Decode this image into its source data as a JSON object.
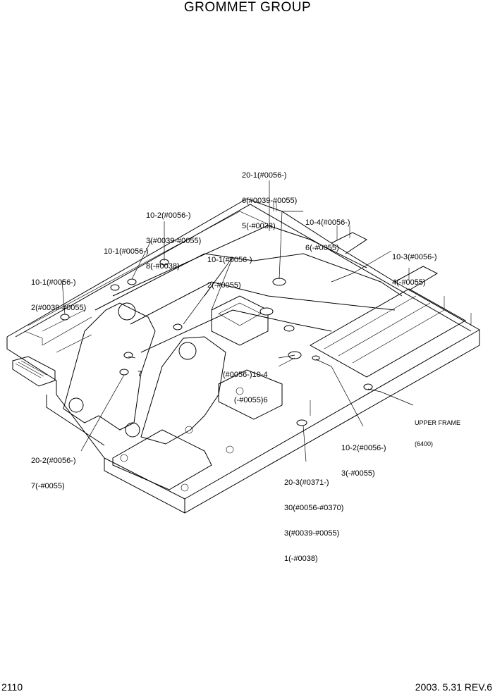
{
  "title": "GROMMET GROUP",
  "footer": {
    "page_number": "2110",
    "date_rev": "2003. 5.31  REV.6"
  },
  "callouts": [
    {
      "id": "c1",
      "lines": [
        "20-1(#0056-)",
        "6(#0039-#0055)",
        "5(-#0038)"
      ]
    },
    {
      "id": "c2",
      "lines": [
        "10-2(#0056-)",
        "3(#0039-#0055)",
        "8(-#0038)"
      ]
    },
    {
      "id": "c3",
      "lines": [
        "10-4(#0056-)",
        "6(-#0055)"
      ]
    },
    {
      "id": "c4",
      "lines": [
        "10-1(#0056-)"
      ]
    },
    {
      "id": "c5",
      "lines": [
        "10-1(#0056-)",
        "2(-#0055)"
      ]
    },
    {
      "id": "c6",
      "lines": [
        "10-3(#0056-)",
        "4(-#0055)"
      ]
    },
    {
      "id": "c7",
      "lines": [
        "10-1(#0056-)",
        "2(#0039-#0055)"
      ]
    },
    {
      "id": "c8",
      "lines": [
        "7"
      ]
    },
    {
      "id": "c9",
      "lines": [
        "(#0056-)10-4",
        "(-#0055)6"
      ]
    },
    {
      "id": "c10",
      "lines": [
        "UPPER FRAME",
        "(6400)"
      ]
    },
    {
      "id": "c11",
      "lines": [
        "10-2(#0056-)",
        "3(-#0055)"
      ]
    },
    {
      "id": "c12",
      "lines": [
        "20-2(#0056-)",
        "7(-#0055)"
      ]
    },
    {
      "id": "c13",
      "lines": [
        "20-3(#0371-)",
        "30(#0056-#0370)",
        "3(#0039-#0055)",
        "1(-#0038)"
      ]
    }
  ]
}
